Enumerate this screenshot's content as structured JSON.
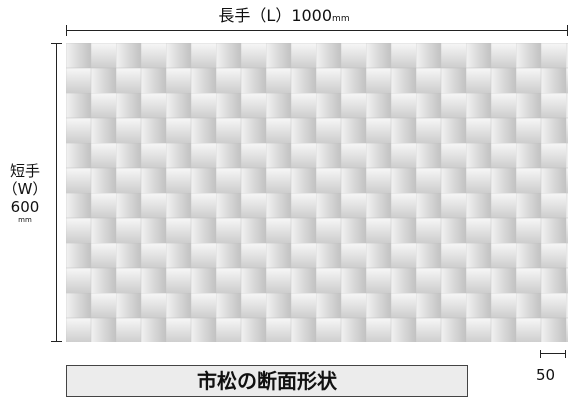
{
  "long_side": {
    "label": "長手（L）1000",
    "unit": "mm"
  },
  "short_side": {
    "line1": "短手",
    "line2": "（W）",
    "line3": "600",
    "unit": "mm"
  },
  "small_dim": {
    "label": "50"
  },
  "caption": {
    "text": "市松の断面形状"
  }
}
